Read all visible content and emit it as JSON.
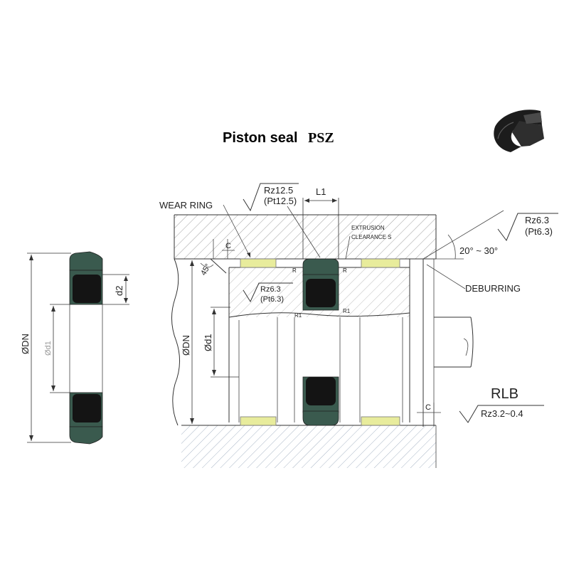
{
  "title": {
    "main": "Piston seal",
    "code": "PSZ"
  },
  "labels": {
    "wear_ring": "WEAR RING",
    "l1": "L1",
    "rz_top_a": "Rz12.5",
    "rz_top_b": "(Pt12.5)",
    "extrusion_a": "EXTRUSION",
    "extrusion_b": "CLEARANCE S",
    "rz_right_a": "Rz6.3",
    "rz_right_b": "(Pt6.3)",
    "angle": "20° ~ 30°",
    "deburring": "DEBURRING",
    "c_top": "C",
    "chamfer": "45°",
    "r_left": "R",
    "r_right": "R",
    "rz_inner_a": "Rz6.3",
    "rz_inner_b": "(Pt6.3)",
    "r1_left": "R1",
    "r1_right": "R1",
    "od_n_main": "ØDN",
    "od_1": "Ød1",
    "rlb": "RLB",
    "c_bottom": "C",
    "rz_bottom": "Rz3.2~0.4",
    "left_od": "ØDN",
    "left_d2": "d2",
    "left_inner": "Ød1"
  },
  "colors": {
    "seal_outer": "#3a5a4e",
    "seal_inner": "#141414",
    "wear_ring": "#e8ec9c",
    "hatch": "#9a9a9a",
    "ring_highlight": "#6a6a6a"
  },
  "icons": {
    "product_photo": "seal-cross-section-icon",
    "surface_mark": "surface-roughness-icon"
  }
}
